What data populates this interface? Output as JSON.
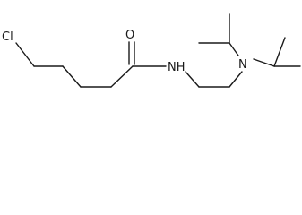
{
  "molecule": {
    "atoms": {
      "chlorine": "Cl",
      "oxygen": "O",
      "amide_nitrogen": "NH",
      "amine_nitrogen": "N"
    }
  }
}
